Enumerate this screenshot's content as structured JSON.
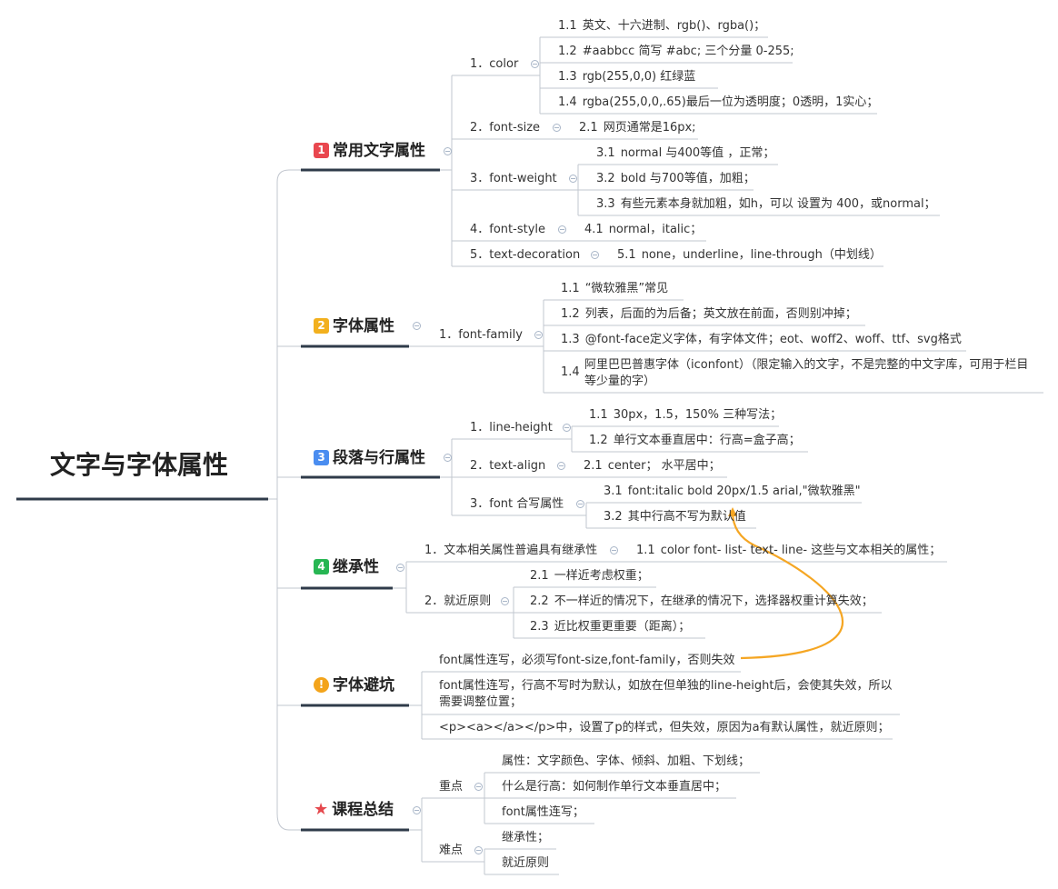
{
  "root": "文字与字体属性",
  "badge_colors": {
    "red": "#e9474f",
    "yellow": "#f2b01e",
    "blue": "#4a8df0",
    "green": "#27b653",
    "orange": "#f3a41b",
    "star": "#e5484d"
  },
  "connector_color": "#f5a623",
  "branches": [
    {
      "badge": "1",
      "label": "常用文字属性",
      "items": [
        {
          "label": "1．color",
          "children": [
            {
              "num": "1.1",
              "text": "英文、十六进制、rgb()、rgba()；"
            },
            {
              "num": "1.2",
              "text": "#aabbcc 简写 #abc; 三个分量 0-255;"
            },
            {
              "num": "1.3",
              "text": "rgb(255,0,0) 红绿蓝"
            },
            {
              "num": "1.4",
              "text": "rgba(255,0,0,.65)最后一位为透明度；0透明，1实心；"
            }
          ]
        },
        {
          "label": "2．font-size",
          "children": [
            {
              "num": "2.1",
              "text": "网页通常是16px;"
            }
          ]
        },
        {
          "label": "3．font-weight",
          "children": [
            {
              "num": "3.1",
              "text": "normal 与400等值 ，正常；"
            },
            {
              "num": "3.2",
              "text": "bold 与700等值，加粗；"
            },
            {
              "num": "3.3",
              "text": "有些元素本身就加粗，如h，可以 设置为 400，或normal；"
            }
          ]
        },
        {
          "label": "4．font-style",
          "children": [
            {
              "num": "4.1",
              "text": "normal，italic；"
            }
          ]
        },
        {
          "label": "5．text-decoration",
          "children": [
            {
              "num": "5.1",
              "text": "none，underline，line-through（中划线）"
            }
          ]
        }
      ]
    },
    {
      "badge": "2",
      "label": "字体属性",
      "items": [
        {
          "label": "1．font-family",
          "children": [
            {
              "num": "1.1",
              "text": "“微软雅黑”常见"
            },
            {
              "num": "1.2",
              "text": "列表，后面的为后备；英文放在前面，否则别冲掉；"
            },
            {
              "num": "1.3",
              "text": "@font-face定义字体，有字体文件；eot、woff2、woff、ttf、svg格式"
            },
            {
              "num": "1.4",
              "text": "阿里巴巴普惠字体（iconfont）（限定输入的文字，不是完整的中文字库，可用于栏目等少量的字）"
            }
          ]
        }
      ]
    },
    {
      "badge": "3",
      "label": "段落与行属性",
      "items": [
        {
          "label": "1．line-height",
          "children": [
            {
              "num": "1.1",
              "text": "30px，1.5，150% 三种写法；"
            },
            {
              "num": "1.2",
              "text": "单行文本垂直居中：行高=盒子高；"
            }
          ]
        },
        {
          "label": "2．text-align",
          "children": [
            {
              "num": "2.1",
              "text": "center； 水平居中；"
            }
          ]
        },
        {
          "label": "3．font 合写属性",
          "children": [
            {
              "num": "3.1",
              "text": "font:italic bold 20px/1.5 arial,\"微软雅黑\""
            },
            {
              "num": "3.2",
              "text": "其中行高不写为默认值"
            }
          ]
        }
      ]
    },
    {
      "badge": "4",
      "label": "继承性",
      "items": [
        {
          "label": "1．文本相关属性普遍具有继承性",
          "children": [
            {
              "num": "1.1",
              "text": "color font- list- text- line- 这些与文本相关的属性；"
            }
          ]
        },
        {
          "label": "2．就近原则",
          "children": [
            {
              "num": "2.1",
              "text": "一样近考虑权重；"
            },
            {
              "num": "2.2",
              "text": "不一样近的情况下，在继承的情况下，选择器权重计算失效；"
            },
            {
              "num": "2.3",
              "text": "近比权重更重要（距离）；"
            }
          ]
        }
      ]
    },
    {
      "badge": "!",
      "label": "字体避坑",
      "items": [
        {
          "label": "font属性连写，必须写font-size,font-family，否则失效"
        },
        {
          "label": "font属性连写，行高不写时为默认，如放在但单独的line-height后，会使其失效，所以需要调整位置；"
        },
        {
          "label": "<p><a></a></p>中，设置了p的样式，但失效，原因为a有默认属性，就近原则；"
        }
      ]
    },
    {
      "badge": "★",
      "label": "课程总结",
      "items": [
        {
          "label": "重点",
          "children": [
            {
              "text": "属性：文字颜色、字体、倾斜、加粗、下划线；"
            },
            {
              "text": "什么是行高：如何制作单行文本垂直居中；"
            },
            {
              "text": "font属性连写；"
            }
          ]
        },
        {
          "label": "难点",
          "children": [
            {
              "text": "继承性；"
            },
            {
              "text": "就近原则"
            }
          ]
        }
      ]
    }
  ]
}
